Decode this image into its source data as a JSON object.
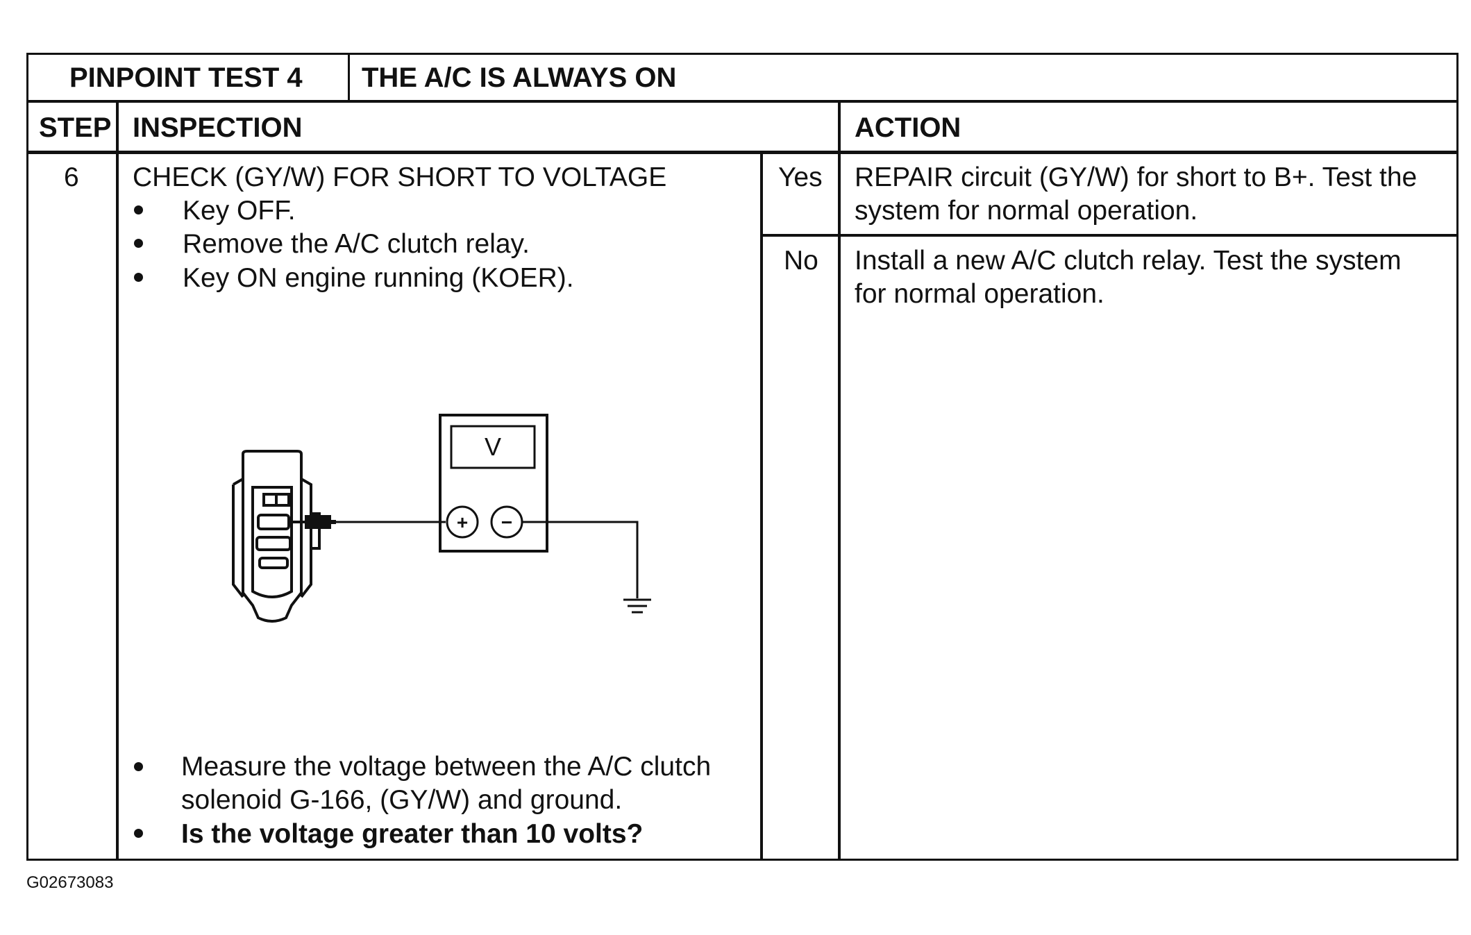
{
  "header": {
    "test_label": "PINPOINT TEST 4",
    "title": "THE A/C IS ALWAYS ON"
  },
  "columns": {
    "step": "STEP",
    "inspection": "INSPECTION",
    "action": "ACTION"
  },
  "step": {
    "number": "6",
    "inspection_title": "CHECK (GY/W) FOR SHORT TO VOLTAGE",
    "bullets_before": [
      "Key OFF.",
      "Remove the A/C clutch relay.",
      "Key ON engine running (KOER)."
    ],
    "bullets_after": [
      {
        "line1": "Measure the voltage between the A/C clutch",
        "line2": "solenoid G-166, (GY/W) and ground."
      },
      {
        "line1": "Is the voltage greater than 10 volts?"
      }
    ],
    "answers": [
      {
        "label": "Yes",
        "action_line1": "REPAIR circuit (GY/W) for short to B+.  Test the",
        "action_line2": "system for normal operation."
      },
      {
        "label": "No",
        "action_line1": "Install a new A/C clutch relay.  Test the system",
        "action_line2": "for normal operation."
      }
    ]
  },
  "diagram": {
    "meter_label": "V",
    "plus_symbol": "+",
    "minus_symbol": "−",
    "icons": [
      "connector-icon",
      "voltmeter-icon",
      "ground-icon"
    ]
  },
  "figure_id": "G02673083"
}
